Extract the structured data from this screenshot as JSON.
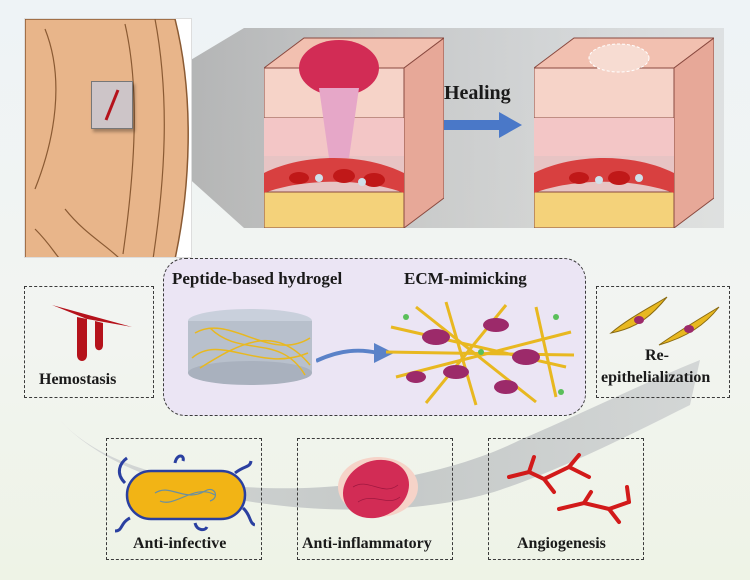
{
  "top": {
    "healing_label": "Healing"
  },
  "center": {
    "hydrogel_label": "Peptide-based hydrogel",
    "ecm_label": "ECM-mimicking"
  },
  "functions": {
    "hemostasis": "Hemostasis",
    "reepi_line1": "Re-",
    "reepi_line2": "epithelialization",
    "anti_infective": "Anti-infective",
    "anti_inflammatory": "Anti-inflammatory",
    "angiogenesis": "Angiogenesis"
  },
  "colors": {
    "arrow_blue": "#4a78c8",
    "blood_red": "#b5121b",
    "fiber_yellow": "#e8b820",
    "cell_magenta": "#9c2a6a",
    "bacteria_blue": "#2a3fa0",
    "skin_tone": "#e8b58a"
  }
}
